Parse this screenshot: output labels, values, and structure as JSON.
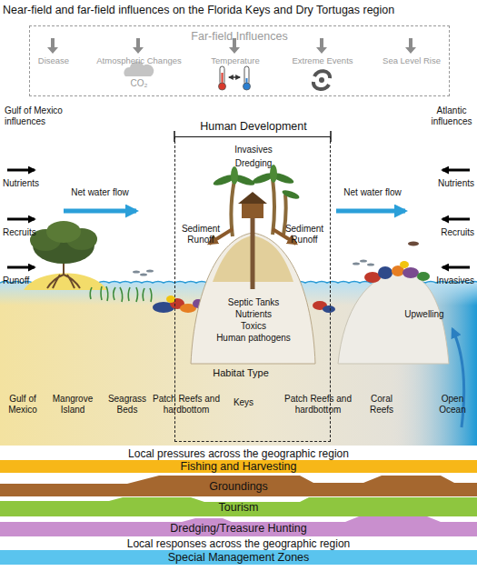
{
  "diagram": {
    "title": "Near-field and far-field influences on the Florida Keys and Dry Tortugas region",
    "nodes": [
      {
        "text": [
          "Far-field Influences",
          "Disease",
          "Atmospheric Changes",
          "CO₂",
          "Temperature",
          "Extreme Events",
          "Sea Level Rise"
        ]
      },
      {
        "text": [
          "Human Development",
          "Invasives",
          "Dredging",
          "Sediment Runoff",
          "Sediment Runoff",
          "Septic Tanks",
          "Nutrients",
          "Toxics",
          "Human pathogens"
        ]
      },
      {
        "text": [
          "Fishing and Harvesting"
        ]
      },
      {
        "text": [
          "Groundings"
        ]
      },
      {
        "text": [
          "Tourism"
        ]
      },
      {
        "text": [
          "Dredging/Treasure Hunting"
        ]
      },
      {
        "text": [
          "Special Management Zones"
        ]
      }
    ],
    "labels": [
      "Gulf of Mexico influences",
      "Atlantic influences",
      "Nutrients",
      "Recruits",
      "Runoff",
      "Nutrients",
      "Recruits",
      "Invasives",
      "Net water flow",
      "Net water flow",
      "Upwelling",
      "Habitat Type",
      "Gulf of Mexico",
      "Mangrove Island",
      "Seagrass Beds",
      "Patch Reefs and hardbottom",
      "Keys",
      "Patch Reefs and hardbottom",
      "Coral Reefs",
      "Open Ocean",
      "Local pressures across the geographic region",
      "Local responses across the geographic region"
    ]
  }
}
